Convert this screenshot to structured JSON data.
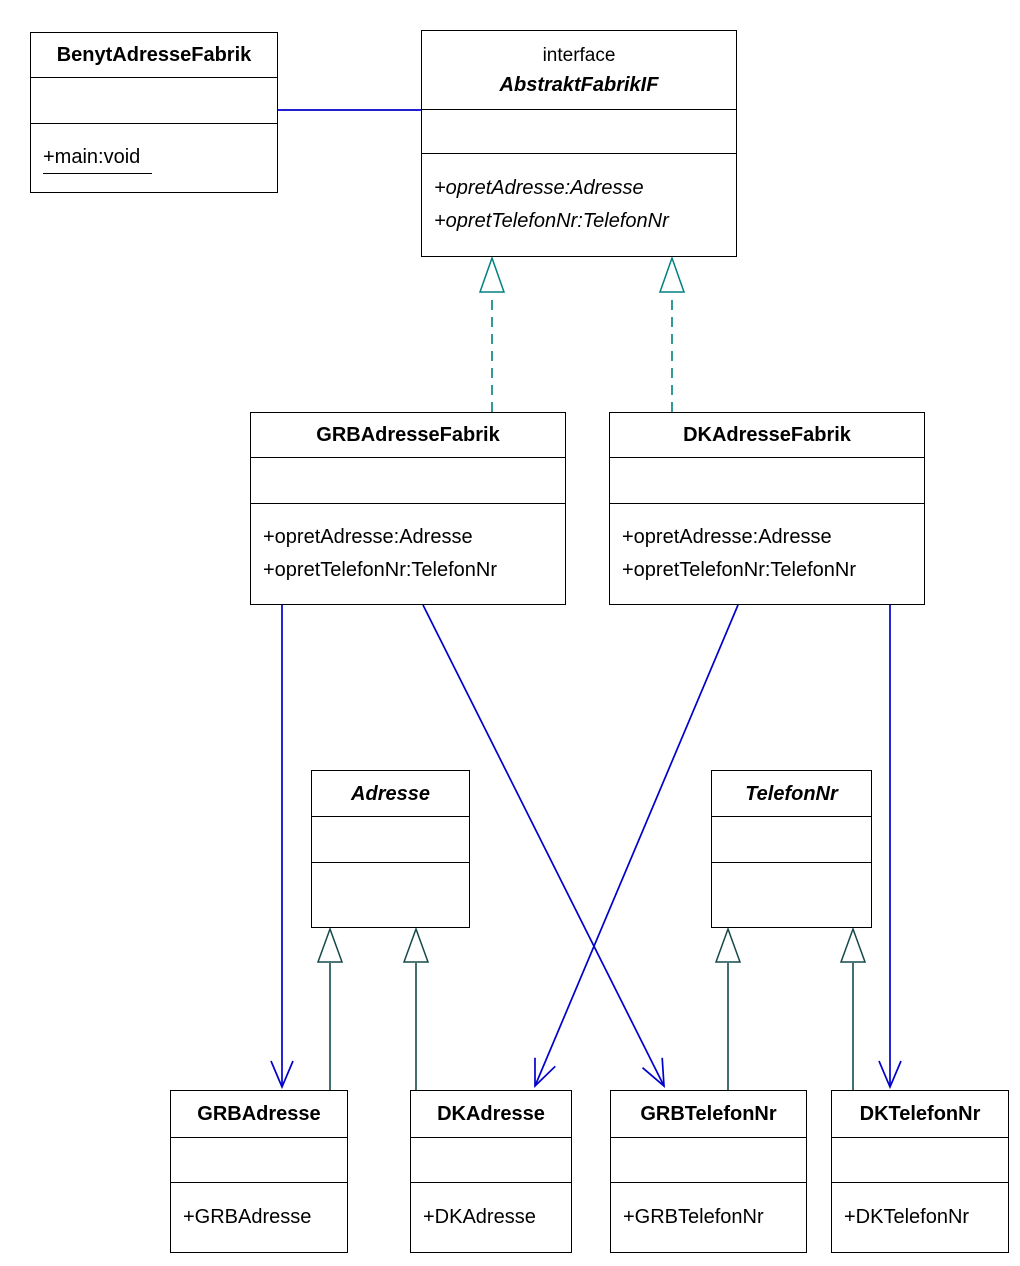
{
  "colors": {
    "association": "#0000cc",
    "realization": "#008080",
    "generalization": "#164a4a",
    "border": "#000000",
    "text": "#000000",
    "background": "#ffffff"
  },
  "classes": {
    "benyt": {
      "name": "BenytAdresseFabrik",
      "attributes": [],
      "methods": [
        "+main:void"
      ]
    },
    "abstrakt": {
      "stereotype": "interface",
      "name": "AbstraktFabrikIF",
      "attributes": [],
      "methods": [
        "+opretAdresse:Adresse",
        "+opretTelefonNr:TelefonNr"
      ]
    },
    "grbfab": {
      "name": "GRBAdresseFabrik",
      "attributes": [],
      "methods": [
        "+opretAdresse:Adresse",
        "+opretTelefonNr:TelefonNr"
      ]
    },
    "dkfab": {
      "name": "DKAdresseFabrik",
      "attributes": [],
      "methods": [
        "+opretAdresse:Adresse",
        "+opretTelefonNr:TelefonNr"
      ]
    },
    "adresse": {
      "name": "Adresse",
      "attributes": [],
      "methods": []
    },
    "telefonnr": {
      "name": "TelefonNr",
      "attributes": [],
      "methods": []
    },
    "grbadresse": {
      "name": "GRBAdresse",
      "attributes": [],
      "methods": [
        "+GRBAdresse"
      ]
    },
    "dkadresse": {
      "name": "DKAdresse",
      "attributes": [],
      "methods": [
        "+DKAdresse"
      ]
    },
    "grbtelefonnr": {
      "name": "GRBTelefonNr",
      "attributes": [],
      "methods": [
        "+GRBTelefonNr"
      ]
    },
    "dktelefonnr": {
      "name": "DKTelefonNr",
      "attributes": [],
      "methods": [
        "+DKTelefonNr"
      ]
    }
  },
  "relationships": [
    {
      "type": "association",
      "from": "BenytAdresseFabrik",
      "to": "AbstraktFabrikIF"
    },
    {
      "type": "realization",
      "from": "GRBAdresseFabrik",
      "to": "AbstraktFabrikIF"
    },
    {
      "type": "realization",
      "from": "DKAdresseFabrik",
      "to": "AbstraktFabrikIF"
    },
    {
      "type": "generalization",
      "from": "GRBAdresse",
      "to": "Adresse"
    },
    {
      "type": "generalization",
      "from": "DKAdresse",
      "to": "Adresse"
    },
    {
      "type": "generalization",
      "from": "GRBTelefonNr",
      "to": "TelefonNr"
    },
    {
      "type": "generalization",
      "from": "DKTelefonNr",
      "to": "TelefonNr"
    },
    {
      "type": "directed-association",
      "from": "GRBAdresseFabrik",
      "to": "GRBAdresse"
    },
    {
      "type": "directed-association",
      "from": "GRBAdresseFabrik",
      "to": "GRBTelefonNr"
    },
    {
      "type": "directed-association",
      "from": "DKAdresseFabrik",
      "to": "DKAdresse"
    },
    {
      "type": "directed-association",
      "from": "DKAdresseFabrik",
      "to": "DKTelefonNr"
    }
  ]
}
